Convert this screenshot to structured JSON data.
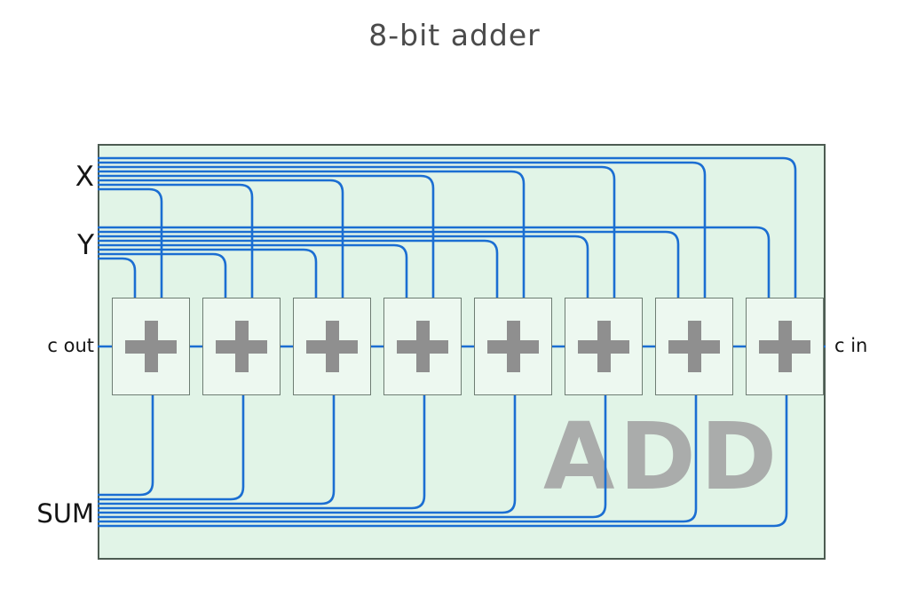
{
  "title": "8-bit adder",
  "diagram": {
    "bits": 8,
    "watermark": "ADD",
    "labels": {
      "x": "X",
      "y": "Y",
      "c_out": "c out",
      "c_in": "c in",
      "sum": "SUM"
    },
    "icons": {
      "adder_op": "plus"
    },
    "colors": {
      "wire": "#1b6ed2",
      "background": "#e1f4e7",
      "box_fill": "#edf8f0",
      "plus": "#8f8f8f",
      "watermark": "#a5a5a5"
    }
  }
}
